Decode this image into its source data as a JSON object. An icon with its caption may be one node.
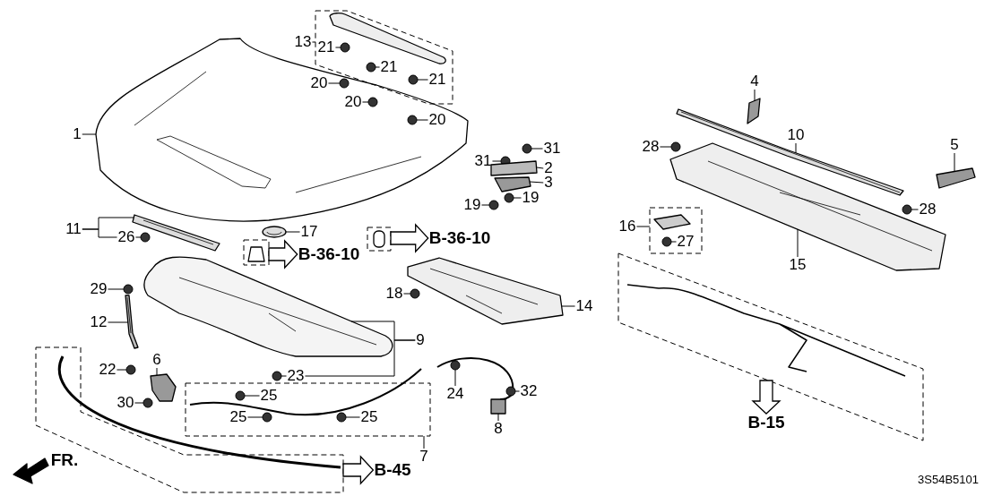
{
  "diagram": {
    "nodes": [
      {
        "text": [],
        "shape": "box"
      },
      {
        "text": [
          "13"
        ]
      },
      {
        "text": [
          "21"
        ],
        "in": 0
      },
      {
        "text": [],
        "shape": "circle",
        "in": 0
      },
      {
        "text": [
          "21"
        ],
        "in": 0
      },
      {
        "text": [],
        "shape": "circle",
        "in": 0
      },
      {
        "text": [
          "21"
        ],
        "in": 0
      },
      {
        "text": [],
        "shape": "circle",
        "in": 0
      },
      {
        "text": [],
        "shape": "picture"
      },
      {
        "text": [
          "20"
        ],
        "in": 8
      },
      {
        "text": [],
        "shape": "circle",
        "in": 8
      },
      {
        "text": [
          "20"
        ],
        "in": 8
      },
      {
        "text": [],
        "shape": "circle",
        "in": 8
      },
      {
        "text": [
          "20"
        ],
        "in": 8
      },
      {
        "text": [],
        "shape": "circle",
        "in": 8
      },
      {
        "text": [
          "4"
        ]
      },
      {
        "text": [],
        "shape": "box"
      },
      {
        "text": [
          "1"
        ]
      },
      {
        "text": [
          "10"
        ]
      },
      {
        "text": [],
        "shape": "picture"
      },
      {
        "text": [
          "5"
        ]
      },
      {
        "text": [],
        "shape": "box"
      },
      {
        "text": [
          "31"
        ]
      },
      {
        "text": [],
        "shape": "circle"
      },
      {
        "text": [
          "31"
        ]
      },
      {
        "text": [],
        "shape": "circle"
      },
      {
        "text": [
          "28"
        ]
      },
      {
        "text": [],
        "shape": "circle"
      },
      {
        "text": [
          "2"
        ]
      },
      {
        "text": [],
        "shape": "box"
      },
      {
        "text": [
          "3"
        ]
      },
      {
        "text": [],
        "shape": "box"
      },
      {
        "text": [
          "19"
        ]
      },
      {
        "text": [],
        "shape": "circle"
      },
      {
        "text": [
          "19"
        ]
      },
      {
        "text": [],
        "shape": "circle"
      },
      {
        "text": [
          "28"
        ]
      },
      {
        "text": [],
        "shape": "circle"
      },
      {
        "text": [],
        "shape": "box"
      },
      {
        "text": [
          "16"
        ]
      },
      {
        "text": [
          "27"
        ],
        "in": 38
      },
      {
        "text": [],
        "shape": "circle",
        "in": 38
      },
      {
        "text": [
          "11"
        ]
      },
      {
        "text": [],
        "shape": "picture"
      },
      {
        "text": [
          "26"
        ]
      },
      {
        "text": [],
        "shape": "circle"
      },
      {
        "text": [
          "17"
        ]
      },
      {
        "text": [],
        "shape": "picture"
      },
      {
        "text": [],
        "shape": "box"
      },
      {
        "text": [
          "B-36-10"
        ]
      },
      {
        "text": [],
        "shape": "box"
      },
      {
        "text": [
          "B-36-10"
        ]
      },
      {
        "text": [
          "15"
        ]
      },
      {
        "text": [],
        "shape": "picture"
      },
      {
        "text": [],
        "shape": "box"
      },
      {
        "text": [
          "29"
        ]
      },
      {
        "text": [],
        "shape": "circle"
      },
      {
        "text": [
          "18"
        ]
      },
      {
        "text": [],
        "shape": "circle"
      },
      {
        "text": [
          "14"
        ]
      },
      {
        "text": [],
        "shape": "picture"
      },
      {
        "text": [
          "12"
        ]
      },
      {
        "text": [],
        "shape": "picture"
      },
      {
        "text": [
          "9"
        ]
      },
      {
        "text": [],
        "shape": "picture"
      },
      {
        "text": [],
        "shape": "box"
      },
      {
        "text": [
          "6"
        ]
      },
      {
        "text": [],
        "shape": "box"
      },
      {
        "text": [
          "22"
        ]
      },
      {
        "text": [],
        "shape": "circle"
      },
      {
        "text": [
          "23"
        ]
      },
      {
        "text": [],
        "shape": "circle"
      },
      {
        "text": [
          "24"
        ]
      },
      {
        "text": [],
        "shape": "circle"
      },
      {
        "text": [
          "32"
        ]
      },
      {
        "text": [],
        "shape": "circle"
      },
      {
        "text": [],
        "shape": "box"
      },
      {
        "text": [
          "25"
        ],
        "in": 76
      },
      {
        "text": [],
        "shape": "circle",
        "in": 76
      },
      {
        "text": [
          "25"
        ],
        "in": 76
      },
      {
        "text": [],
        "shape": "circle",
        "in": 76
      },
      {
        "text": [
          "25"
        ],
        "in": 76
      },
      {
        "text": [],
        "shape": "circle",
        "in": 76
      },
      {
        "text": [
          "30"
        ]
      },
      {
        "text": [],
        "shape": "circle"
      },
      {
        "text": [
          "8"
        ]
      },
      {
        "text": [],
        "shape": "box"
      },
      {
        "text": [
          "B-15"
        ]
      },
      {
        "text": [
          "7"
        ]
      },
      {
        "text": [
          "B-45"
        ]
      }
    ],
    "edges": [
      {
        "from": 1,
        "to": 0,
        "arrow": "none"
      },
      {
        "from": 2,
        "to": 3,
        "arrow": "none"
      },
      {
        "from": 4,
        "to": 5,
        "arrow": "none"
      },
      {
        "from": 6,
        "to": 7,
        "arrow": "none"
      },
      {
        "from": 9,
        "to": 10,
        "arrow": "none"
      },
      {
        "from": 11,
        "to": 12,
        "arrow": "none"
      },
      {
        "from": 13,
        "to": 14,
        "arrow": "none"
      },
      {
        "from": 15,
        "to": 16,
        "arrow": "none"
      },
      {
        "from": 17,
        "to": 8,
        "arrow": "none"
      },
      {
        "from": 18,
        "to": 19,
        "arrow": "none"
      },
      {
        "from": 20,
        "to": 21,
        "arrow": "none"
      },
      {
        "from": 22,
        "to": 23,
        "arrow": "none"
      },
      {
        "from": 24,
        "to": 25,
        "arrow": "none"
      },
      {
        "from": 26,
        "to": 27,
        "arrow": "none"
      },
      {
        "from": 28,
        "to": 29,
        "arrow": "none"
      },
      {
        "from": 30,
        "to": 31,
        "arrow": "none"
      },
      {
        "from": 32,
        "to": 33,
        "arrow": "none"
      },
      {
        "from": 34,
        "to": 35,
        "arrow": "none"
      },
      {
        "from": 36,
        "to": 37,
        "arrow": "none"
      },
      {
        "from": 39,
        "to": 38,
        "arrow": "none"
      },
      {
        "from": 40,
        "to": 41,
        "arrow": "none"
      },
      {
        "from": 42,
        "to": 43,
        "arrow": "none"
      },
      {
        "from": 42,
        "to": 44,
        "arrow": "none"
      },
      {
        "from": 44,
        "to": 45,
        "arrow": "none"
      },
      {
        "from": 46,
        "to": 47,
        "arrow": "none"
      },
      {
        "from": 48,
        "to": 49,
        "arrow": "to"
      },
      {
        "from": 50,
        "to": 51,
        "arrow": "to"
      },
      {
        "from": 52,
        "to": 53,
        "arrow": "none"
      },
      {
        "from": 55,
        "to": 56,
        "arrow": "none"
      },
      {
        "from": 57,
        "to": 58,
        "arrow": "none"
      },
      {
        "from": 59,
        "to": 60,
        "arrow": "none"
      },
      {
        "from": 61,
        "to": 62,
        "arrow": "none"
      },
      {
        "from": 63,
        "to": 64,
        "arrow": "none"
      },
      {
        "from": 63,
        "to": 70,
        "arrow": "none"
      },
      {
        "from": 54,
        "to": 87,
        "arrow": "to"
      },
      {
        "from": 66,
        "to": 67,
        "arrow": "none"
      },
      {
        "from": 68,
        "to": 69,
        "arrow": "none"
      },
      {
        "from": 70,
        "to": 71,
        "arrow": "none"
      },
      {
        "from": 72,
        "to": 73,
        "arrow": "none"
      },
      {
        "from": 74,
        "to": 75,
        "arrow": "none"
      },
      {
        "from": 77,
        "to": 78,
        "arrow": "none"
      },
      {
        "from": 79,
        "to": 80,
        "arrow": "none"
      },
      {
        "from": 81,
        "to": 82,
        "arrow": "none"
      },
      {
        "from": 83,
        "to": 84,
        "arrow": "none"
      },
      {
        "from": 85,
        "to": 86,
        "arrow": "none"
      },
      {
        "from": 88,
        "to": 76,
        "arrow": "none"
      },
      {
        "from": 65,
        "to": 89,
        "arrow": "to"
      }
    ],
    "labels": [
      "FR.",
      "3S54B5101"
    ]
  }
}
